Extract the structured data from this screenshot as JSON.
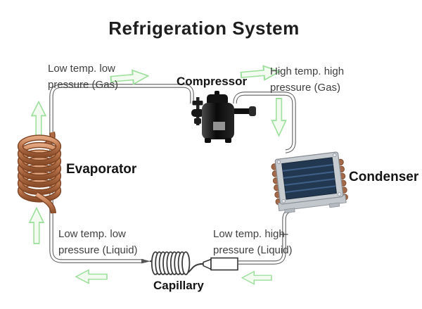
{
  "title": "Refrigeration System",
  "components": {
    "compressor": "Compressor",
    "evaporator": "Evaporator",
    "condenser": "Condenser",
    "capillary": "Capillary"
  },
  "flow_labels": {
    "top_left": {
      "line1": "Low temp. low",
      "line2": "pressure (Gas)"
    },
    "top_right": {
      "line1": "High temp. high",
      "line2": "pressure (Gas)"
    },
    "bottom_left": {
      "line1": "Low temp. low",
      "line2": "pressure (Liquid)"
    },
    "bottom_right": {
      "line1": "Low temp. high",
      "line2": "pressure (Liquid)"
    }
  },
  "icons": {
    "flow_arrows": [
      "right",
      "right",
      "down",
      "up",
      "up",
      "left",
      "left"
    ]
  },
  "colors": {
    "arrow_stroke": "#9bdf9b",
    "arrow_fill": "#f3fbf1",
    "pipe_outline": "#5f5f5f",
    "copper": "#b06a44",
    "condenser_panel": "#223850",
    "text": "#3f3f3f"
  }
}
